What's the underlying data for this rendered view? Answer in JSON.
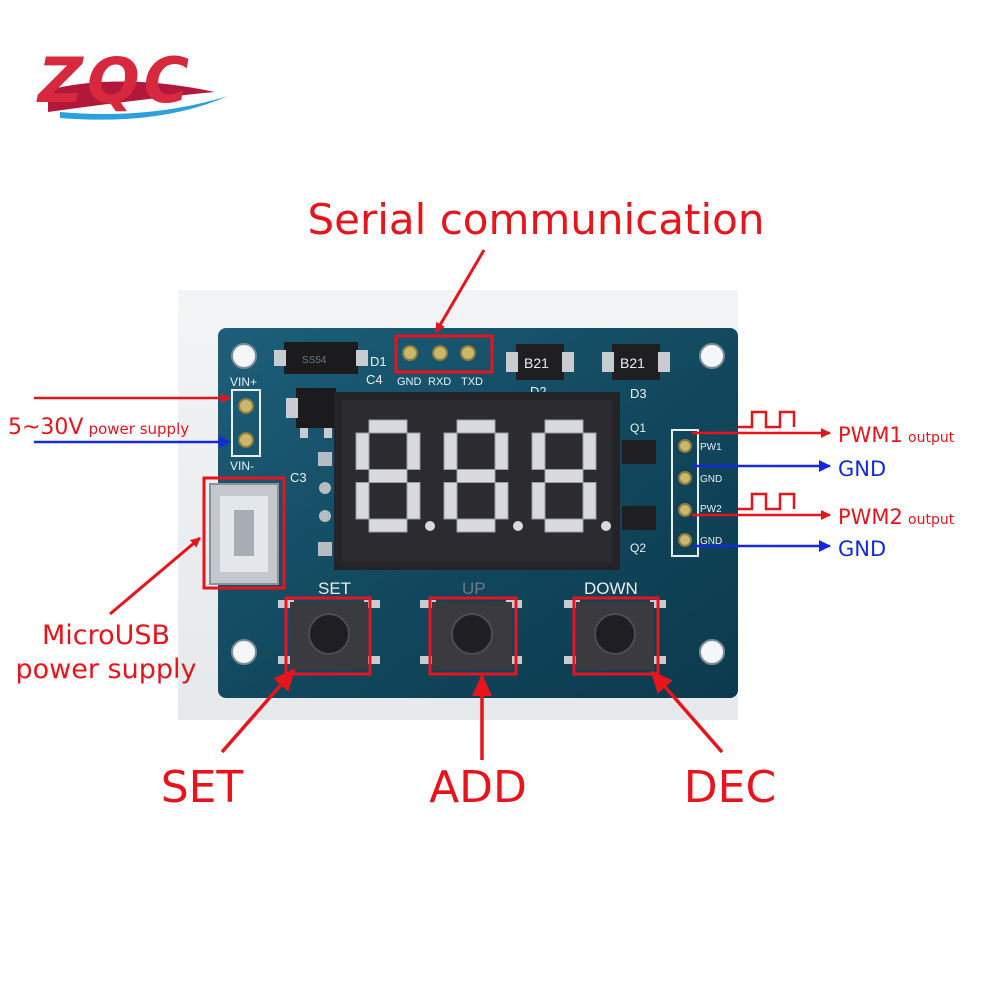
{
  "logo": {
    "text": "ZQC"
  },
  "callouts": {
    "serial": "Serial communication",
    "power_voltage": "5~30V",
    "power_voltage_suffix": "power supply",
    "microusb_line1": "MicroUSB",
    "microusb_line2": "power supply",
    "pwm1": "PWM1",
    "pwm1_suffix": "output",
    "gnd1": "GND",
    "pwm2": "PWM2",
    "pwm2_suffix": "output",
    "gnd2": "GND",
    "set": "SET",
    "add": "ADD",
    "dec": "DEC"
  },
  "board": {
    "serial_pins": [
      "GND",
      "RXD",
      "TXD"
    ],
    "vin_plus": "VIN+",
    "vin_minus": "VIN-",
    "d1": "D1",
    "c4": "C4",
    "c3": "C3",
    "d2": "D2",
    "d3": "D3",
    "diode_marking": "B21",
    "q1": "Q1",
    "q2": "Q2",
    "pwm_pins": [
      "PW1",
      "GND",
      "PW2",
      "GND"
    ],
    "btn_set": "SET",
    "btn_up": "UP",
    "btn_down": "DOWN",
    "display_value": "888"
  },
  "colors": {
    "annotation_red": "#e8141b",
    "annotation_blue": "#1428e0",
    "pcb": "#12485f",
    "display": "#242428"
  }
}
